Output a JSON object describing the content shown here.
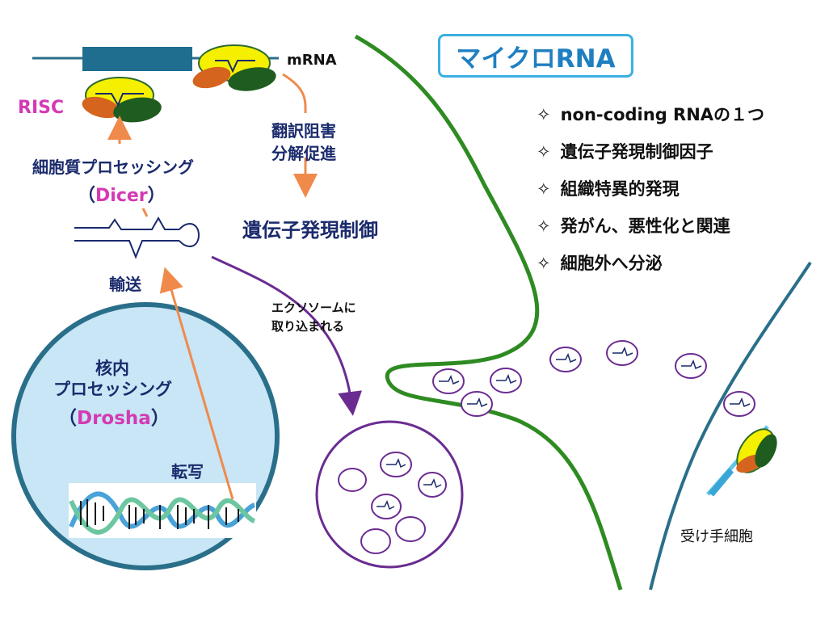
{
  "title": "マイクロRNA",
  "features": [
    "non-coding RNAの１つ",
    "遺伝子発現制御因子",
    "組織特異的発現",
    "発がん、悪性化と関連",
    "細胞外へ分泌"
  ],
  "feature_bullet": "✧",
  "labels": {
    "mrna": "mRNA",
    "risc": "RISC",
    "inhibit_1": "翻訳阻害",
    "inhibit_2": "分解促進",
    "gene_regulation": "遺伝子発現制御",
    "cyto_processing": "細胞質プロセッシング",
    "dicer_open": "（",
    "dicer": "Dicer",
    "dicer_close": "）",
    "transport": "輸送",
    "nuclear_1": "核内",
    "nuclear_2": "プロセッシング",
    "drosha_open": "（",
    "drosha": "Drosha",
    "drosha_close": "）",
    "transcription": "転写",
    "exosome_1": "エクソソームに",
    "exosome_2": "取り込まれる",
    "recipient": "受け手細胞"
  },
  "colors": {
    "navy": "#1a2a6c",
    "magenta": "#d33ab4",
    "orange": "#f08a4b",
    "purple": "#6a2c91",
    "membrane_green": "#2e8b22",
    "teal": "#2a6f8a",
    "nucleus_fill": "#c8e6f5"
  }
}
